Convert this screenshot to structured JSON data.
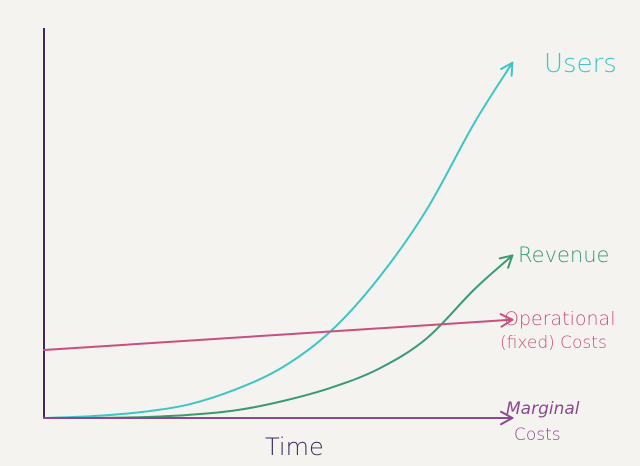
{
  "chart_data": {
    "type": "line",
    "title": "",
    "xlabel": "Time",
    "ylabel": "",
    "grid": false,
    "legend": "none",
    "xlim": [
      0,
      10
    ],
    "ylim": [
      0,
      10
    ],
    "series": [
      {
        "name": "Users",
        "color": "#3cc6c4",
        "x": [
          0,
          1,
          2,
          3,
          4,
          5,
          6,
          7,
          8,
          9,
          9.8
        ],
        "y": [
          0.0,
          0.05,
          0.15,
          0.35,
          0.75,
          1.35,
          2.3,
          3.7,
          5.5,
          7.8,
          9.4
        ]
      },
      {
        "name": "Revenue",
        "color": "#3a9a72",
        "x": [
          0,
          1,
          2,
          3,
          4,
          5,
          6,
          7,
          8,
          9,
          9.8
        ],
        "y": [
          0.0,
          0.0,
          0.02,
          0.08,
          0.2,
          0.45,
          0.8,
          1.3,
          2.1,
          3.4,
          4.3
        ]
      },
      {
        "name": "Operational (fixed) Costs",
        "color": "#c8507e",
        "x": [
          0,
          9.8
        ],
        "y": [
          1.8,
          2.6
        ]
      },
      {
        "name": "Marginal Costs",
        "color": "#8a4a8e",
        "x": [
          0,
          9.8
        ],
        "y": [
          0.0,
          0.0
        ]
      }
    ]
  },
  "labels": {
    "users": "Users",
    "revenue": "Revenue",
    "operational_line1": "Operational",
    "operational_line2": "(fixed) Costs",
    "marginal_line1": "Marginal",
    "marginal_line2": "Costs",
    "time": "Time"
  },
  "axis_color": "#3d2a5a"
}
